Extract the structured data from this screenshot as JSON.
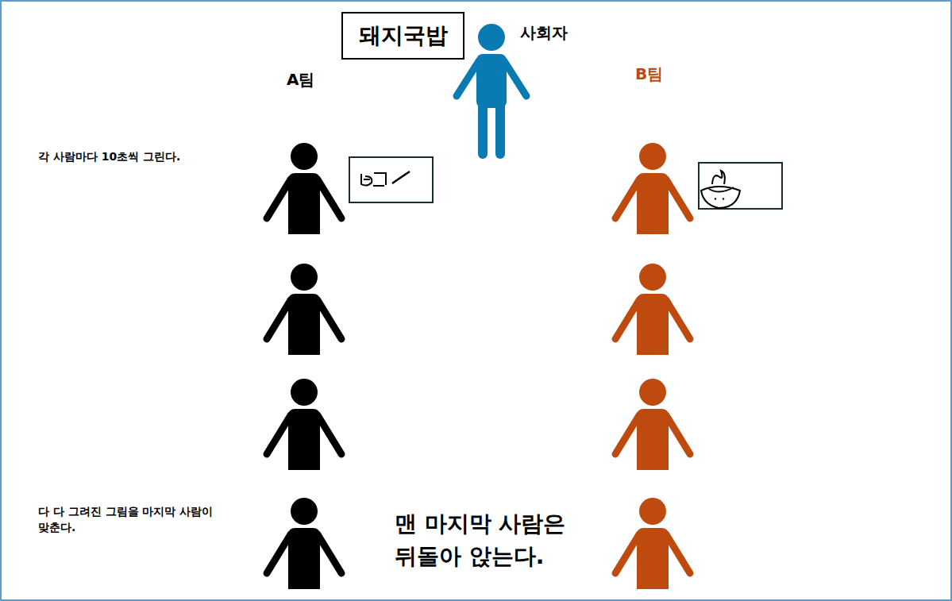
{
  "diagram": {
    "nodes": [
      {
        "text": [
          "돼지국밥"
        ]
      }
    ],
    "labels": [
      "사회자",
      "A팀",
      "B팀",
      "각 사람마다 10초씩 그린다.",
      "다 다 그려진 그림을 마지막 사람이 맞춘다.",
      "맨 마지막 사람은 뒤돌아 앉는다."
    ]
  }
}
